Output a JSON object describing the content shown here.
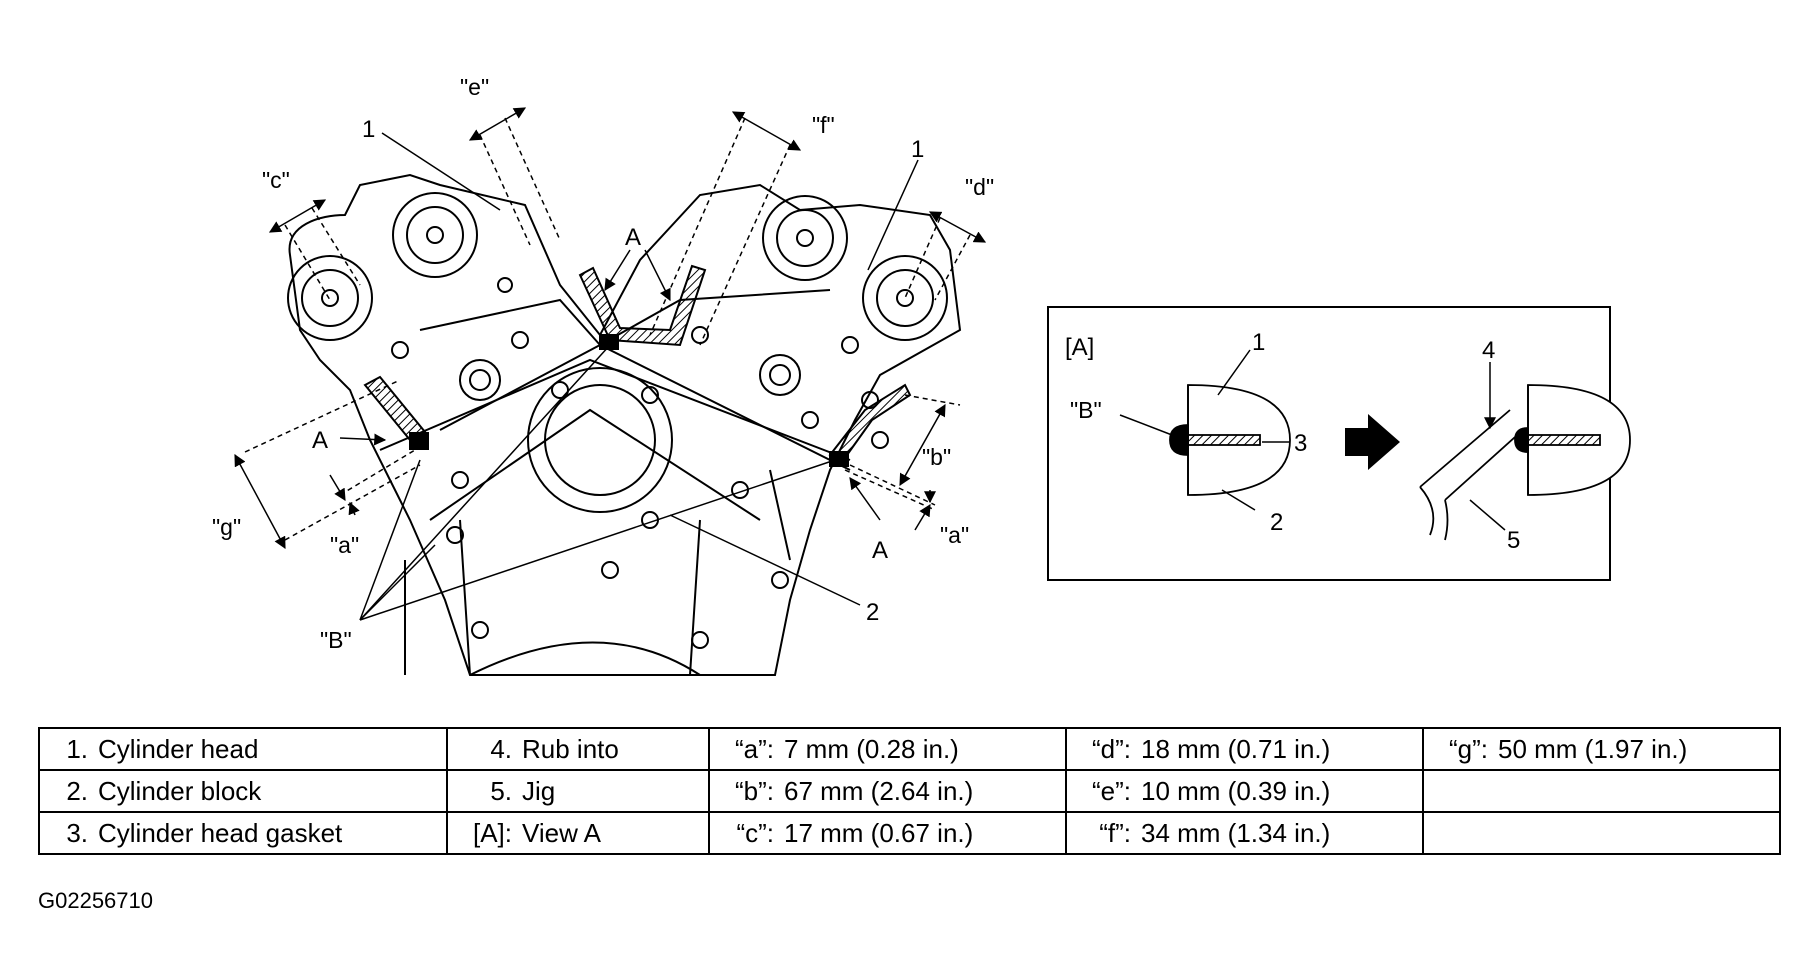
{
  "diagram": {
    "main": {
      "callouts": {
        "n1_left": "1",
        "n1_right": "1",
        "n2": "2",
        "a_top": "A",
        "a_left": "A",
        "a_right": "A",
        "b_quote": "\"B\"",
        "dim_a_left": "\"a\"",
        "dim_a_right": "\"a\"",
        "dim_b": "\"b\"",
        "dim_c": "\"c\"",
        "dim_d": "\"d\"",
        "dim_e": "\"e\"",
        "dim_f": "\"f\"",
        "dim_g": "\"g\""
      }
    },
    "view": {
      "title": "[A]",
      "labels": {
        "b_quote": "\"B\"",
        "n1": "1",
        "n2": "2",
        "n3": "3",
        "n4": "4",
        "n5": "5"
      }
    }
  },
  "legend": {
    "rows": [
      [
        {
          "num": "1.",
          "text": "Cylinder head"
        },
        {
          "num": "4.",
          "text": "Rub into"
        },
        {
          "num": "“a”:",
          "text": "7 mm (0.28 in.)"
        },
        {
          "num": "“d”:",
          "text": "18 mm (0.71 in.)"
        },
        {
          "num": "“g”:",
          "text": "50 mm (1.97 in.)"
        }
      ],
      [
        {
          "num": "2.",
          "text": "Cylinder block"
        },
        {
          "num": "5.",
          "text": "Jig"
        },
        {
          "num": "“b”:",
          "text": "67 mm (2.64 in.)"
        },
        {
          "num": "“e”:",
          "text": "10 mm (0.39 in.)"
        },
        {
          "num": "",
          "text": ""
        }
      ],
      [
        {
          "num": "3.",
          "text": "Cylinder head gasket"
        },
        {
          "num": "[A]:",
          "text": "View A"
        },
        {
          "num": "“c”:",
          "text": "17 mm (0.67 in.)"
        },
        {
          "num": "“f”:",
          "text": "34 mm (1.34 in.)"
        },
        {
          "num": "",
          "text": ""
        }
      ]
    ]
  },
  "figure_id": "G02256710"
}
